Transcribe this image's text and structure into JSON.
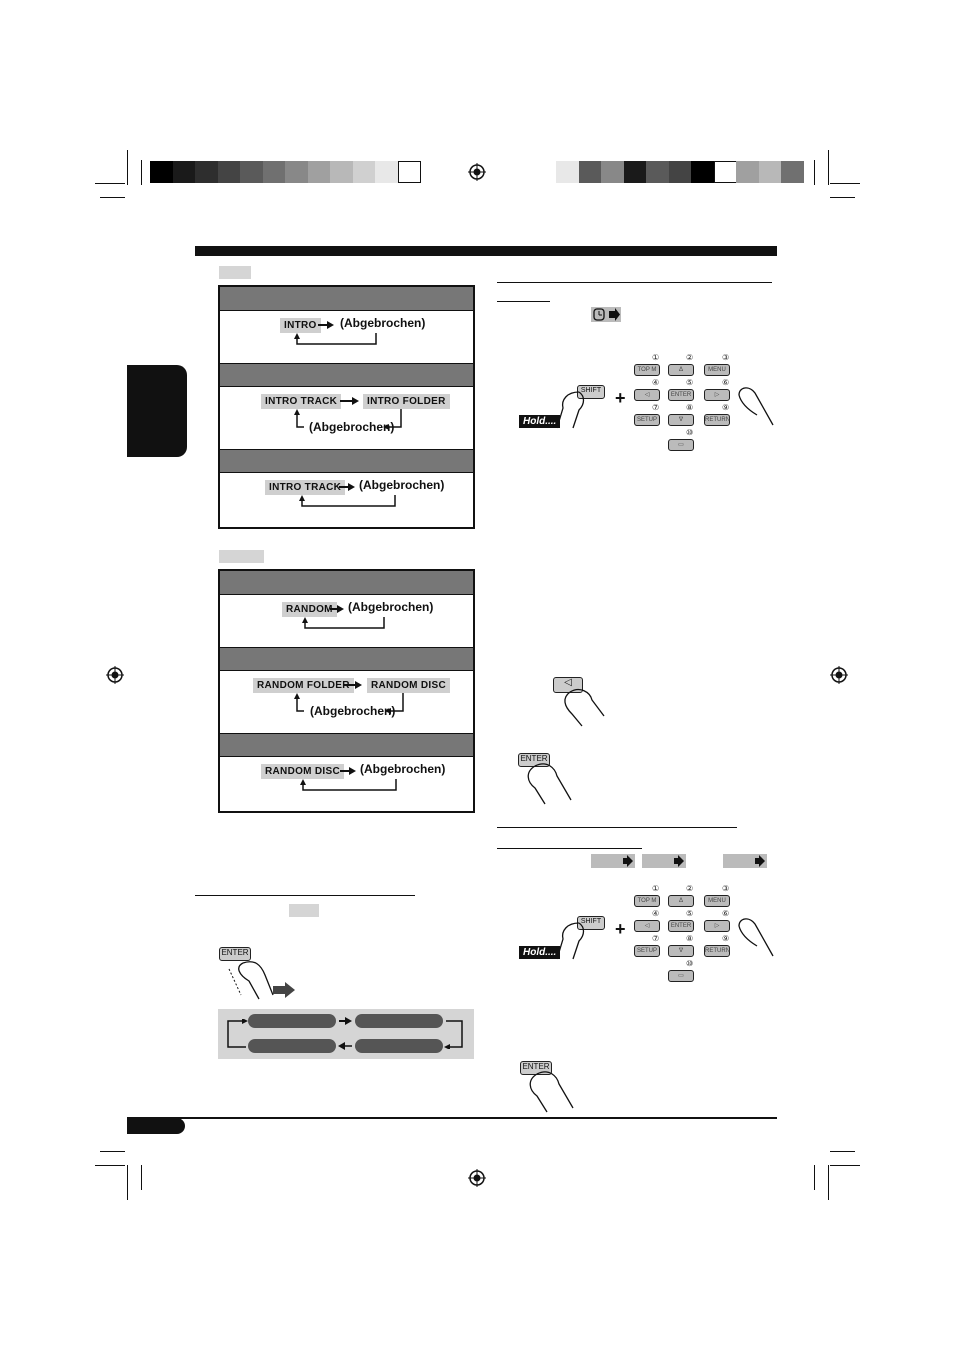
{
  "intro_section": {
    "label_tab": "",
    "panels": [
      {
        "states": [
          "INTRO"
        ],
        "cancel": "(Abgebrochen)"
      },
      {
        "states": [
          "INTRO TRACK",
          "INTRO FOLDER"
        ],
        "cancel": "(Abgebrochen)"
      },
      {
        "states": [
          "INTRO TRACK"
        ],
        "cancel": "(Abgebrochen)"
      }
    ]
  },
  "random_section": {
    "label_tab": "",
    "panels": [
      {
        "states": [
          "RANDOM"
        ],
        "cancel": "(Abgebrochen)"
      },
      {
        "states": [
          "RANDOM FOLDER",
          "RANDOM DISC"
        ],
        "cancel": "(Abgebrochen)"
      },
      {
        "states": [
          "RANDOM DISC"
        ],
        "cancel": "(Abgebrochen)"
      }
    ]
  },
  "remote": {
    "hold_label": "Hold....",
    "shift_key": "SHIFT",
    "plus": "+",
    "keys": [
      {
        "num": "①",
        "label": "TOP M"
      },
      {
        "num": "②",
        "label": "Δ"
      },
      {
        "num": "③",
        "label": "MENU"
      },
      {
        "num": "④",
        "label": "◁"
      },
      {
        "num": "⑤",
        "label": "ENTER"
      },
      {
        "num": "⑥",
        "label": "▷"
      },
      {
        "num": "⑦",
        "label": "SETUP"
      },
      {
        "num": "⑧",
        "label": "∇"
      },
      {
        "num": "⑨",
        "label": "RETURN"
      },
      {
        "num": "⑩",
        "label": "▭"
      }
    ]
  },
  "buttons": {
    "left_arrow_key": "◁",
    "enter_key": "ENTER"
  },
  "colors": {
    "band_gray": "#777777",
    "tag_gray": "#cfcfcf",
    "black_bar": "#111111"
  },
  "color_bar_left": [
    "#000000",
    "#1a1a1a",
    "#2e2e2e",
    "#444444",
    "#5a5a5a",
    "#707070",
    "#888888",
    "#a0a0a0",
    "#b8b8b8",
    "#d0d0d0",
    "#e8e8e8",
    "#ffffff"
  ],
  "color_bar_right": [
    "#e8e8e8",
    "#5a5a5a",
    "#888888",
    "#1a1a1a",
    "#5a5a5a",
    "#444444",
    "#000000",
    "#ffffff",
    "#a0a0a0",
    "#b8b8b8",
    "#707070"
  ]
}
